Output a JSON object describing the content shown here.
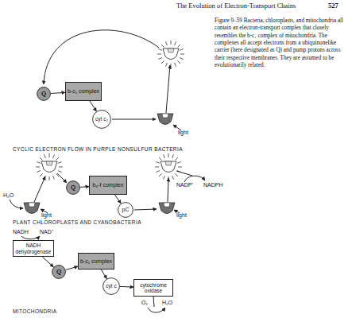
{
  "diagram": {
    "caption": "Figure 9–59 Bacteria, chloroplasts, and mitochondria all contain an electron-transport complex that closely resembles the b-c₁ complex of mitochondria. The complexes all accept electrons from a ubiquinonelike carrier (here designated as Q) and pump protons across their respective membranes. They are assumed to be evolutionarily related.",
    "nodes": [
      {
        "text": [
          "Q"
        ]
      },
      {
        "text": [
          "b-c₁ complex"
        ]
      },
      {
        "text": [
          "cyt c₂"
        ]
      },
      {
        "text": [
          "Q"
        ]
      },
      {
        "text": [
          "b₆-f complex"
        ]
      },
      {
        "text": [
          "pC"
        ]
      },
      {
        "text": [
          "NADH dehydrogenase"
        ]
      },
      {
        "text": [
          "Q"
        ]
      },
      {
        "text": [
          "b-c₁ complex"
        ]
      },
      {
        "text": [
          "cyt c"
        ]
      },
      {
        "text": [
          "cytochrome oxidase"
        ]
      }
    ],
    "edges": [
      {
        "from": 0,
        "to": 1,
        "arrow": "to"
      },
      {
        "from": 1,
        "to": 2,
        "arrow": "to"
      },
      {
        "from": 3,
        "to": 4,
        "arrow": "to"
      },
      {
        "from": 4,
        "to": 5,
        "arrow": "to"
      },
      {
        "from": 6,
        "to": 7,
        "arrow": "to"
      },
      {
        "from": 7,
        "to": 8,
        "arrow": "to"
      },
      {
        "from": 8,
        "to": 9,
        "arrow": "to"
      },
      {
        "from": 9,
        "to": 10,
        "arrow": "to"
      }
    ],
    "labels": [
      "The Evolution of Electron-Transport Chains",
      "527",
      "light",
      "CYCLIC ELECTRON FLOW IN PURPLE NONSULFUR BACTERIA",
      "H₂O",
      "light",
      "NADP⁺",
      "NADPH",
      "light",
      "PLANT CHLOROPLASTS AND CYANOBACTERIA",
      "NADH",
      "NAD⁺",
      "O₂",
      "H₂O",
      "MITOCHONDRIA"
    ]
  }
}
